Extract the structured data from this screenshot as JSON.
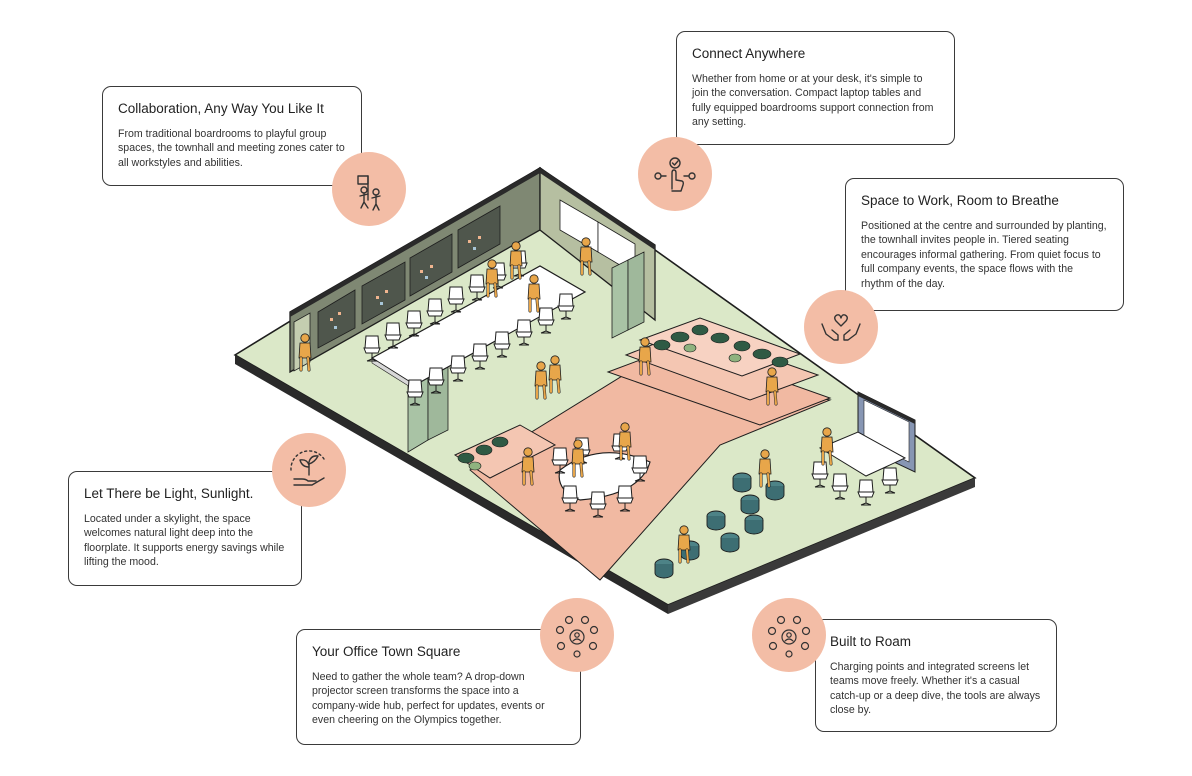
{
  "callouts": [
    {
      "id": "collaboration",
      "title": "Collaboration, Any Way You Like It",
      "body": "From traditional boardrooms to playful group spaces, the townhall and meeting zones cater to all workstyles and abilities.",
      "icon": "celebration-people-icon"
    },
    {
      "id": "connect",
      "title": "Connect Anywhere",
      "body": "Whether from home or at your desk, it's simple to join the conversation. Compact laptop tables and fully equipped boardrooms support connection from any setting.",
      "icon": "touch-connect-icon"
    },
    {
      "id": "breathe",
      "title": "Space to Work, Room to Breathe",
      "body": "Positioned at the centre and surrounded by planting, the townhall invites people in. Tiered seating encourages informal gathering. From quiet focus to full company events, the space flows with the rhythm of the day.",
      "icon": "hands-heart-icon"
    },
    {
      "id": "light",
      "title": "Let There be Light, Sunlight.",
      "body": "Located under a skylight, the space welcomes natural light deep into the floorplate. It supports energy savings while lifting the mood.",
      "icon": "plant-in-hand-icon"
    },
    {
      "id": "townsquare",
      "title": "Your Office Town Square",
      "body": "Need to gather the whole team? A drop-down projector screen transforms the space into a company-wide hub, perfect for updates, events or even cheering on the Olympics together.",
      "icon": "team-network-icon"
    },
    {
      "id": "roam",
      "title": "Built to Roam",
      "body": "Charging points and integrated screens let teams move freely. Whether it's a casual catch-up or a deep dive, the tools are always close by.",
      "icon": "people-network-icon"
    }
  ],
  "colors": {
    "badge": "#f3bda6",
    "floor_green": "#dbe8c8",
    "wall_green": "#9ea68c",
    "pink_floor": "#f1b9a2",
    "panel_dark": "#4f564c",
    "screen_frame": "#8796b3",
    "person": "#e8a64a",
    "teal_stool": "#3d6e73",
    "plant": "#2f5a44",
    "outline": "#1e1e1e"
  }
}
